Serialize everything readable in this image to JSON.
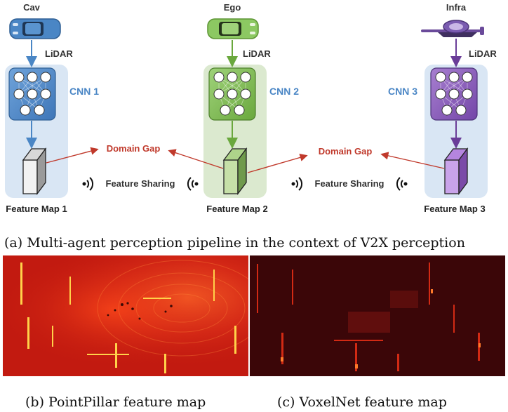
{
  "agents": [
    {
      "name": "Cav",
      "sensor": "LiDAR",
      "cnn": "CNN 1",
      "feature_map": "Feature Map 1",
      "color": "#4a86c5"
    },
    {
      "name": "Ego",
      "sensor": "LiDAR",
      "cnn": "CNN 2",
      "feature_map": "Feature Map 2",
      "color": "#7fbf4d"
    },
    {
      "name": "Infra",
      "sensor": "LiDAR",
      "cnn": "CNN 3",
      "feature_map": "Feature Map 3",
      "color": "#8a55b8"
    }
  ],
  "domain_gap_label": "Domain Gap",
  "feature_sharing_label": "Feature Sharing",
  "captions": {
    "a": "(a) Multi-agent perception pipeline in the context of V2X perception",
    "b": "(b) PointPillar feature map",
    "c": "(c) VoxelNet feature map"
  },
  "colors": {
    "panel_blue": "#d9e6f4",
    "panel_green": "#dbe9cf",
    "domain_gap_text": "#c0392b",
    "arrow_red": "#c0392b",
    "heatmap_b_bg": "#c21a10",
    "heatmap_c_bg": "#3b0608"
  }
}
